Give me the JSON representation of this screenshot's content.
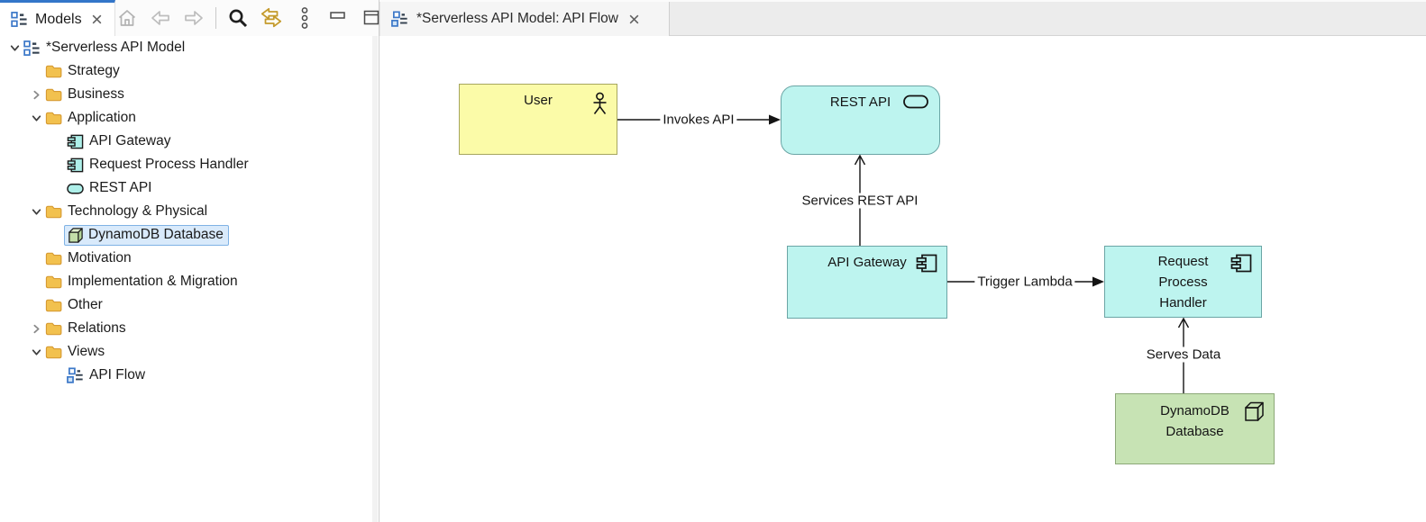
{
  "panel": {
    "tab": {
      "label": "Models"
    },
    "toolbar": {
      "icons": [
        "home",
        "back",
        "forward",
        "search",
        "link-with-editor",
        "view-menu",
        "minimize",
        "maximize"
      ]
    }
  },
  "tree": {
    "items": [
      {
        "label": "*Serverless API Model",
        "icon": "model",
        "level": 0,
        "expander": "down"
      },
      {
        "label": "Strategy",
        "icon": "folder",
        "level": 1,
        "expander": "none"
      },
      {
        "label": "Business",
        "icon": "folder",
        "level": 1,
        "expander": "right"
      },
      {
        "label": "Application",
        "icon": "folder",
        "level": 1,
        "expander": "down"
      },
      {
        "label": "API Gateway",
        "icon": "application-component",
        "level": 2,
        "expander": "none"
      },
      {
        "label": "Request Process Handler",
        "icon": "application-component",
        "level": 2,
        "expander": "none"
      },
      {
        "label": "REST API",
        "icon": "application-service",
        "level": 2,
        "expander": "none"
      },
      {
        "label": "Technology & Physical",
        "icon": "folder",
        "level": 1,
        "expander": "down"
      },
      {
        "label": "DynamoDB Database",
        "icon": "node-cube",
        "level": 2,
        "expander": "none",
        "selected": true
      },
      {
        "label": "Motivation",
        "icon": "folder",
        "level": 1,
        "expander": "none"
      },
      {
        "label": "Implementation & Migration",
        "icon": "folder",
        "level": 1,
        "expander": "none"
      },
      {
        "label": "Other",
        "icon": "folder",
        "level": 1,
        "expander": "none"
      },
      {
        "label": "Relations",
        "icon": "folder",
        "level": 1,
        "expander": "right"
      },
      {
        "label": "Views",
        "icon": "folder",
        "level": 1,
        "expander": "down"
      },
      {
        "label": "API Flow",
        "icon": "diagram-view",
        "level": 2,
        "expander": "none"
      }
    ]
  },
  "editor": {
    "tab": {
      "label": "*Serverless API Model: API Flow"
    }
  },
  "diagram": {
    "nodes": {
      "user": {
        "label": "User",
        "type": "business-actor"
      },
      "rest_api": {
        "label": "REST API",
        "type": "application-service"
      },
      "api_gateway": {
        "label": "API Gateway",
        "type": "application-component"
      },
      "request_process_handler": {
        "label": "Request Process Handler",
        "type": "application-component"
      },
      "dynamodb": {
        "label": "DynamoDB Database",
        "type": "technology-node"
      }
    },
    "relations": {
      "invokes": {
        "label": "Invokes API",
        "from": "user",
        "to": "rest_api",
        "arrow": "filled"
      },
      "services": {
        "label": "Services REST API",
        "from": "api_gateway",
        "to": "rest_api",
        "arrow": "open"
      },
      "trigger": {
        "label": "Trigger Lambda",
        "from": "api_gateway",
        "to": "request_process_handler",
        "arrow": "filled"
      },
      "serves": {
        "label": "Serves Data",
        "from": "dynamodb",
        "to": "request_process_handler",
        "arrow": "open"
      }
    },
    "colors": {
      "business_fill": "#fbfba8",
      "business_border": "#a6a65f",
      "application_fill": "#bdf4ef",
      "application_border": "#6ba5a5",
      "technology_fill": "#c7e3b4",
      "technology_border": "#8ca878",
      "selection_fill": "#d9eafb",
      "selection_border": "#7fb2e5",
      "tab_accent": "#3376c9",
      "folder": "#f2c14e"
    }
  }
}
